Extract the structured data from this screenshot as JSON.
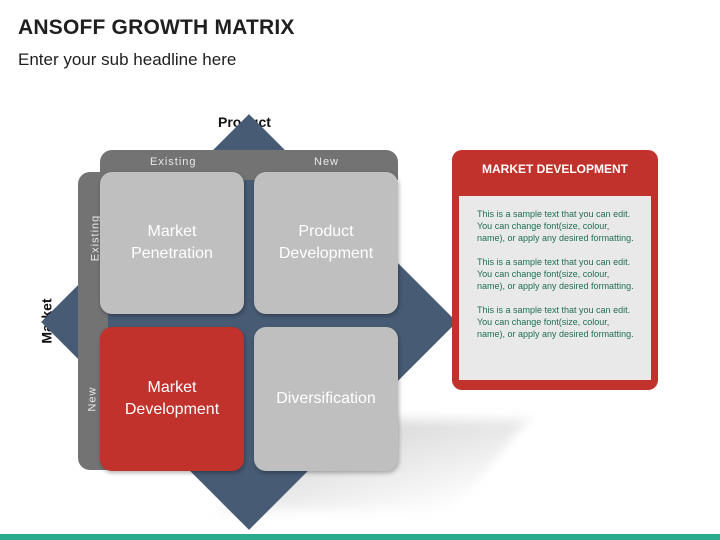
{
  "header": {
    "title": "ANSOFF GROWTH MATRIX",
    "subtitle": "Enter your sub headline here"
  },
  "matrix": {
    "axis_product": "Product",
    "axis_market": "Market",
    "col_headers": [
      "Existing",
      "New"
    ],
    "row_headers": [
      "Existing",
      "New"
    ],
    "quadrants": [
      {
        "label": "Market Penetration"
      },
      {
        "label": "Product Development"
      },
      {
        "label": "Market Development"
      },
      {
        "label": "Diversification"
      }
    ],
    "colors": {
      "diamond": "#475b74",
      "band": "#737373",
      "quad_gray": "#bfbfbf",
      "quad_red": "#c1322d"
    }
  },
  "panel": {
    "title": "MARKET DEVELOPMENT",
    "paragraphs": [
      "This is a sample text that you can edit. You can change font(size, colour, name), or apply any desired formatting.",
      "This is a sample text that you can edit. You can change font(size, colour, name), or apply any desired formatting.",
      "This is a sample text that you can edit. You can change font(size, colour, name), or apply any desired formatting."
    ]
  },
  "colors": {
    "accent_bar": "#2bab8e",
    "text_green": "#1e6e55"
  }
}
